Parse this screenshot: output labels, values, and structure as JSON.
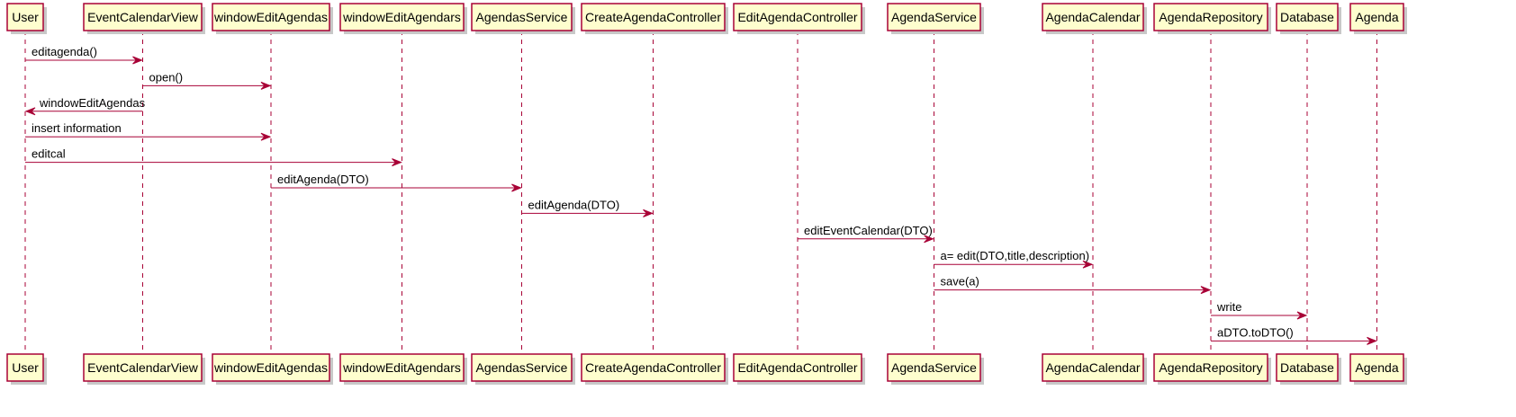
{
  "participants": [
    {
      "id": "user",
      "label": "User"
    },
    {
      "id": "eventcalendarview",
      "label": "EventCalendarView"
    },
    {
      "id": "windoweditagendas",
      "label": "windowEditAgendas"
    },
    {
      "id": "windoweditagendars",
      "label": "windowEditAgendars"
    },
    {
      "id": "agendasservice",
      "label": "AgendasService"
    },
    {
      "id": "createagendacontroller",
      "label": "CreateAgendaController"
    },
    {
      "id": "editagendacontroller",
      "label": "EditAgendaController"
    },
    {
      "id": "agendaservice",
      "label": "AgendaService"
    },
    {
      "id": "agendacalendar",
      "label": "AgendaCalendar"
    },
    {
      "id": "agendarepository",
      "label": "AgendaRepository"
    },
    {
      "id": "database",
      "label": "Database"
    },
    {
      "id": "agenda",
      "label": "Agenda"
    }
  ],
  "messages": [
    {
      "from": "user",
      "to": "eventcalendarview",
      "label": "editagenda()"
    },
    {
      "from": "eventcalendarview",
      "to": "windoweditagendas",
      "label": "open()"
    },
    {
      "from": "eventcalendarview",
      "to": "user",
      "label": "windowEditAgendas"
    },
    {
      "from": "user",
      "to": "windoweditagendas",
      "label": "insert information"
    },
    {
      "from": "user",
      "to": "windoweditagendars",
      "label": "editcal"
    },
    {
      "from": "windoweditagendas",
      "to": "agendasservice",
      "label": "editAgenda(DTO)"
    },
    {
      "from": "agendasservice",
      "to": "createagendacontroller",
      "label": "editAgenda(DTO)"
    },
    {
      "from": "editagendacontroller",
      "to": "agendaservice",
      "label": "editEventCalendar(DTO)"
    },
    {
      "from": "agendaservice",
      "to": "agendacalendar",
      "label": "a= edit(DTO,title,description)"
    },
    {
      "from": "agendaservice",
      "to": "agendarepository",
      "label": "save(a)"
    },
    {
      "from": "agendarepository",
      "to": "database",
      "label": "write"
    },
    {
      "from": "agendarepository",
      "to": "agenda",
      "label": "aDTO.toDTO()"
    }
  ],
  "colors": {
    "border": "#A80036",
    "box_fill": "#FEFECE",
    "shadow": "#c8c8c8",
    "text": "#000000"
  }
}
